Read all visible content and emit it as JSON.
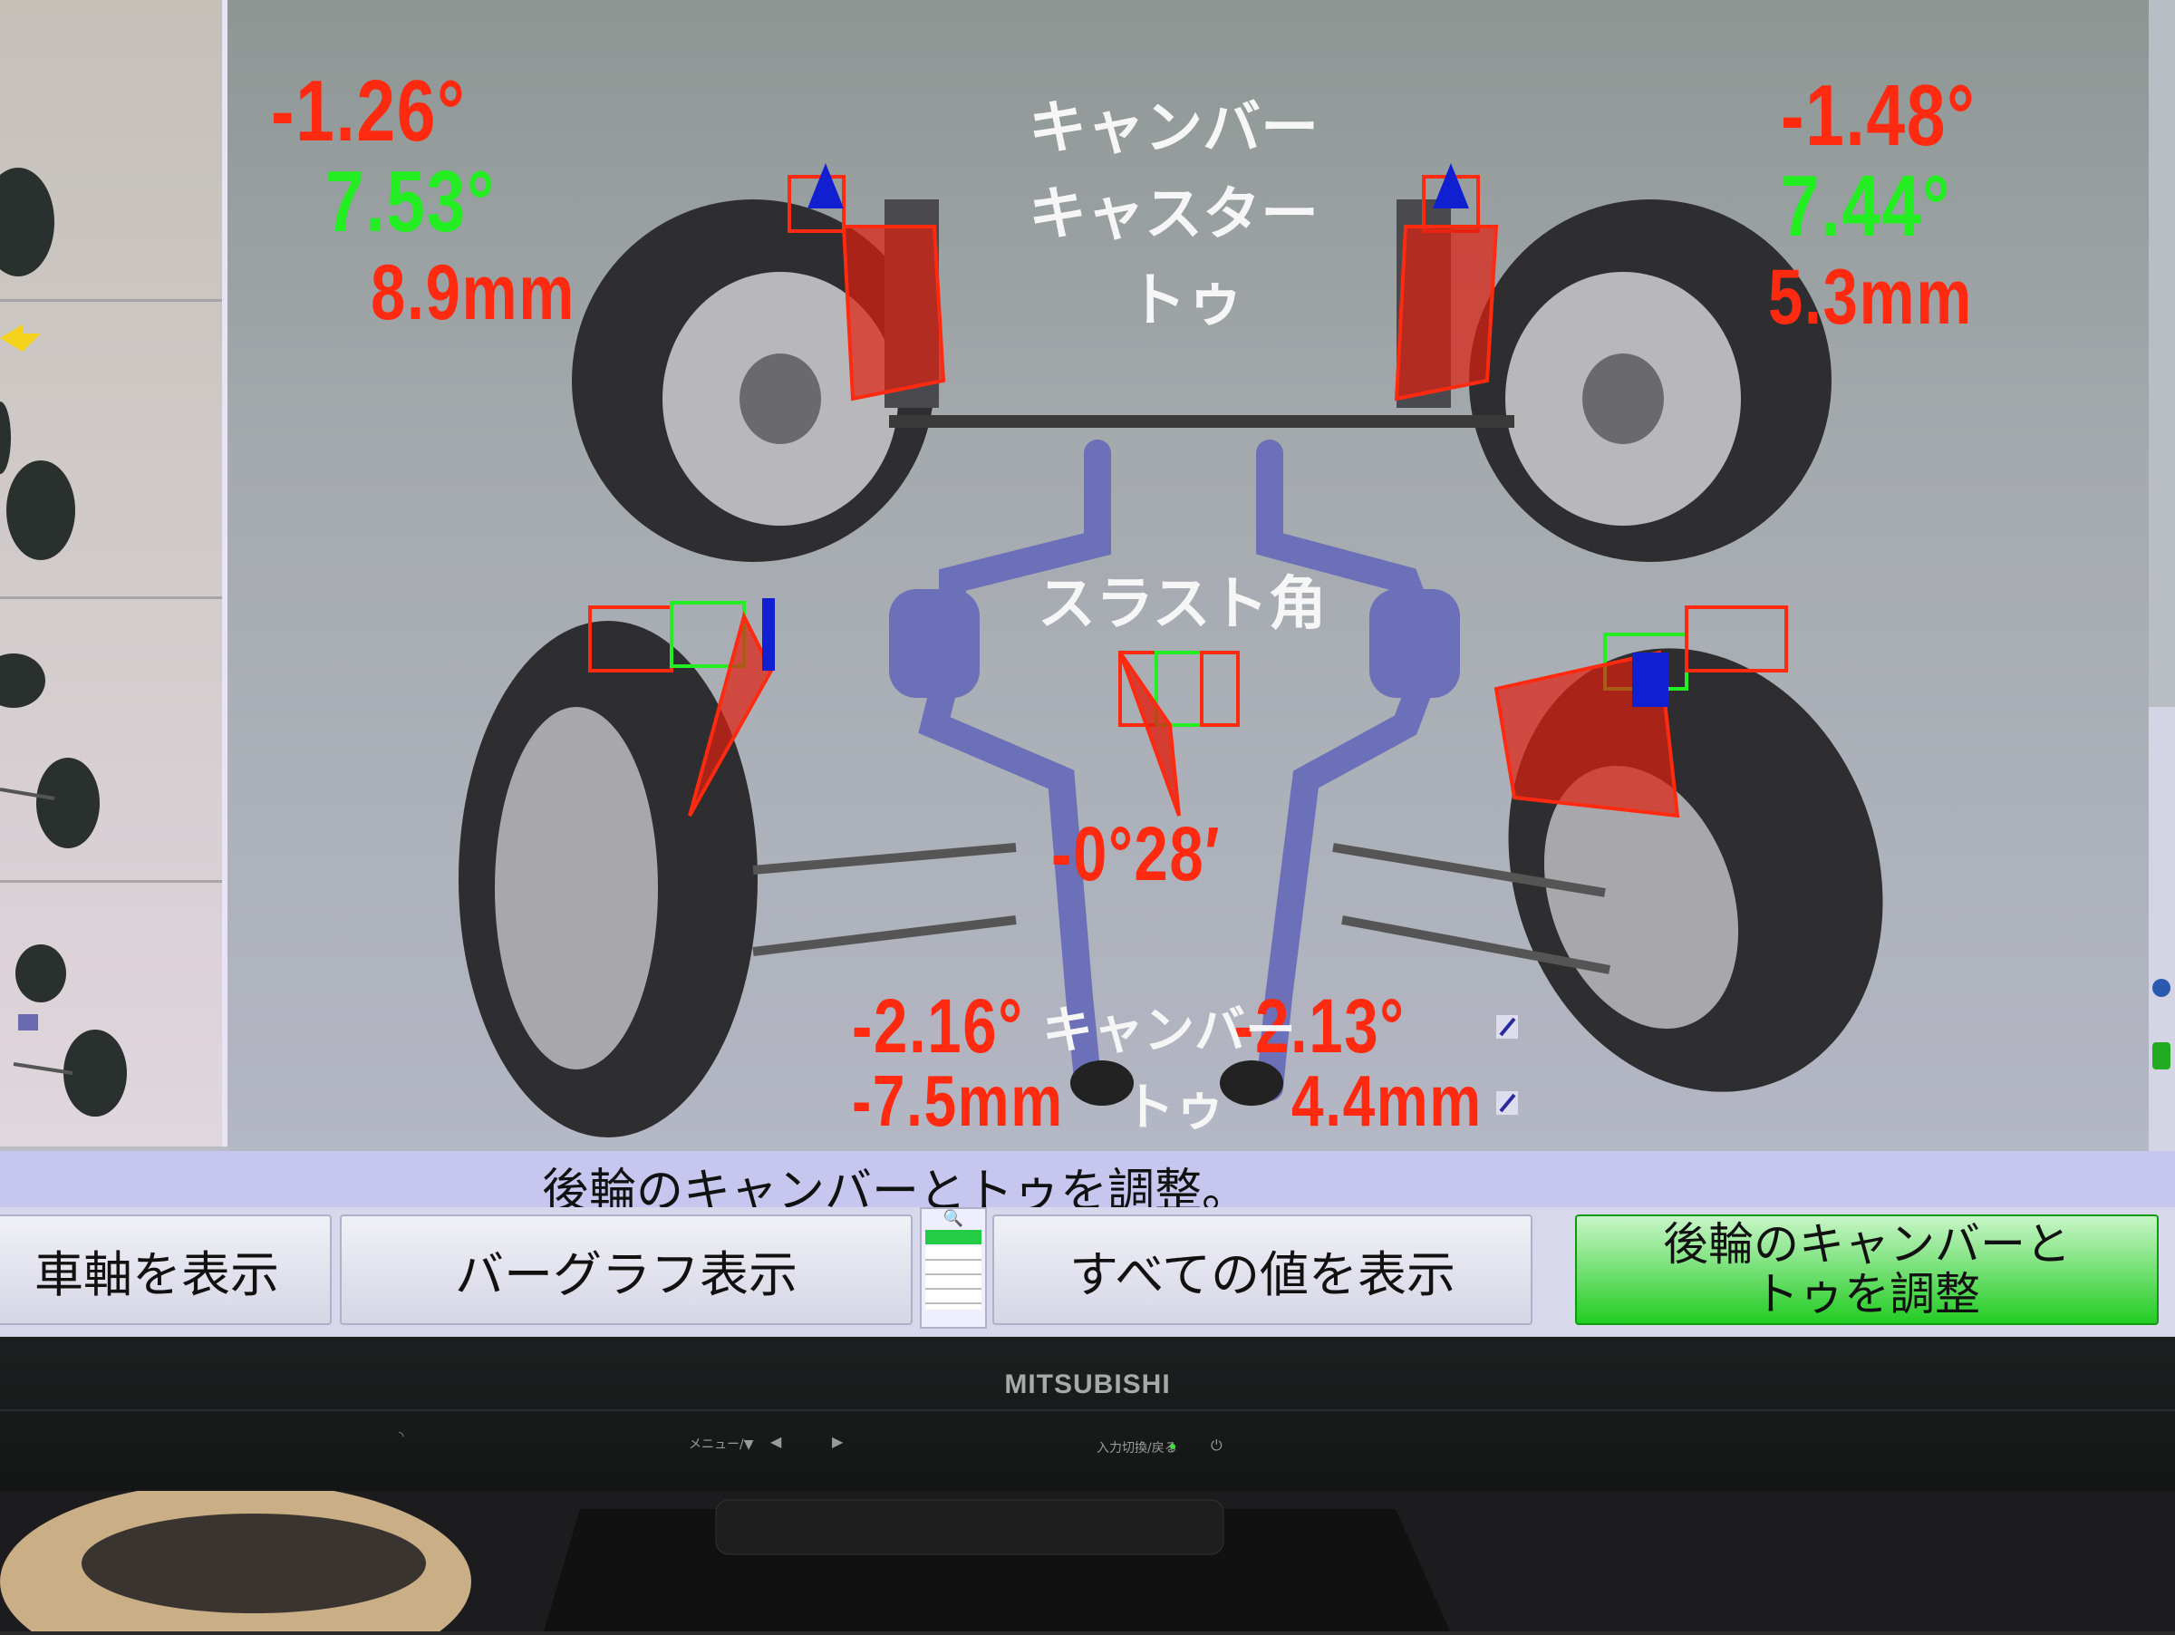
{
  "screen": {
    "front": {
      "labels": {
        "camber": "キャンバー",
        "caster": "キャスター",
        "toe": "トゥ"
      },
      "left": {
        "camber": "-1.26°",
        "caster": "7.53°",
        "toe": "8.9mm"
      },
      "right": {
        "camber": "-1.48°",
        "caster": "7.44°",
        "toe": "5.3mm"
      }
    },
    "thrust": {
      "label": "スラスト角",
      "value": "-0°28′"
    },
    "rear": {
      "labels": {
        "camber": "キャンバー",
        "toe": "トゥ"
      },
      "left": {
        "camber": "-2.16°",
        "toe": "-7.5mm"
      },
      "right": {
        "camber": "-2.13°",
        "toe": "4.4mm"
      }
    },
    "status_message": "後輪のキャンバーとトゥを調整。",
    "buttons": {
      "show_axle": "車軸を表示",
      "bar_graph": "バーグラフ表示",
      "show_all": "すべての値を表示",
      "adjust_rear_line1": "後輪のキャンバーと",
      "adjust_rear_line2": "トゥを調整"
    },
    "colors": {
      "measurement_red": "#ff2a10",
      "caster_green": "#22ee22",
      "active_button": "#22cc22"
    }
  },
  "monitor": {
    "brand": "MITSUBISHI",
    "menu_label": "メニュー/▼",
    "input_label": "入力切換/戻る"
  }
}
